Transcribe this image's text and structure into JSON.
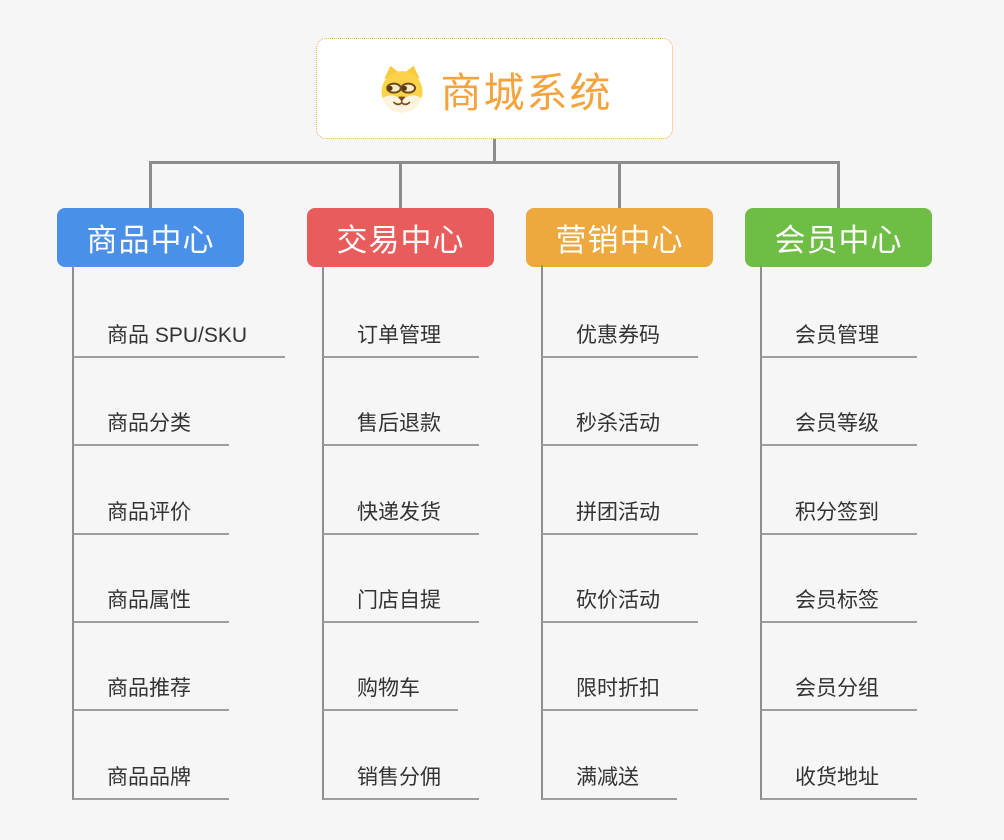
{
  "root": {
    "title": "商城系统",
    "icon": "dog-face-icon",
    "text_color": "#f5a33c",
    "border_color": "#f2a94f"
  },
  "branches": [
    {
      "label": "商品中心",
      "color": "#4a8fe8",
      "items": [
        "商品 SPU/SKU",
        "商品分类",
        "商品评价",
        "商品属性",
        "商品推荐",
        "商品品牌"
      ]
    },
    {
      "label": "交易中心",
      "color": "#e85c5c",
      "items": [
        "订单管理",
        "售后退款",
        "快递发货",
        "门店自提",
        "购物车",
        "销售分佣"
      ]
    },
    {
      "label": "营销中心",
      "color": "#eda83e",
      "items": [
        "优惠券码",
        "秒杀活动",
        "拼团活动",
        "砍价活动",
        "限时折扣",
        "满减送"
      ]
    },
    {
      "label": "会员中心",
      "color": "#6ebe45",
      "items": [
        "会员管理",
        "会员等级",
        "积分签到",
        "会员标签",
        "会员分组",
        "收货地址"
      ]
    }
  ]
}
